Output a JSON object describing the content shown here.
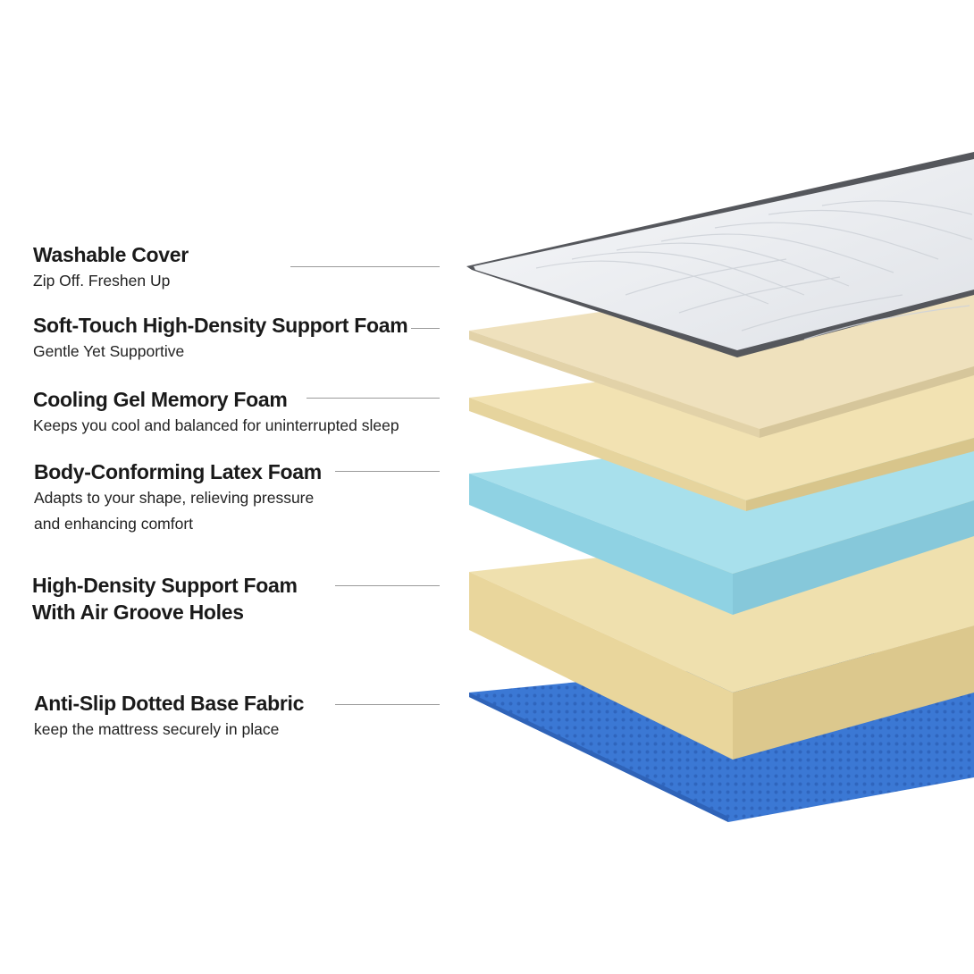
{
  "layers": [
    {
      "title": "Washable Cover",
      "subtitle": [
        "Zip Off. Freshen Up"
      ]
    },
    {
      "title": "Soft-Touch High-Density Support Foam",
      "subtitle": [
        "Gentle Yet Supportive"
      ]
    },
    {
      "title": "Cooling Gel Memory Foam",
      "subtitle": [
        "Keeps you cool and balanced for uninterrupted sleep"
      ]
    },
    {
      "title": "Body-Conforming Latex Foam",
      "subtitle": [
        "Adapts to your shape, relieving pressure",
        "and enhancing comfort"
      ]
    },
    {
      "title": [
        "High-Density Support Foam",
        "With Air Groove Holes"
      ],
      "subtitle": []
    },
    {
      "title": "Anti-Slip Dotted Base Fabric",
      "subtitle": [
        "keep the mattress securely in place"
      ]
    }
  ],
  "colors": {
    "cover": "#eef0f3",
    "cover_edge": "#55575c",
    "soft_foam": "#efe1bd",
    "memory_foam": "#f3e4b6",
    "latex_foam": "#9fdcea",
    "support_foam": "#efe0ae",
    "base_fabric": "#3b78d4"
  }
}
